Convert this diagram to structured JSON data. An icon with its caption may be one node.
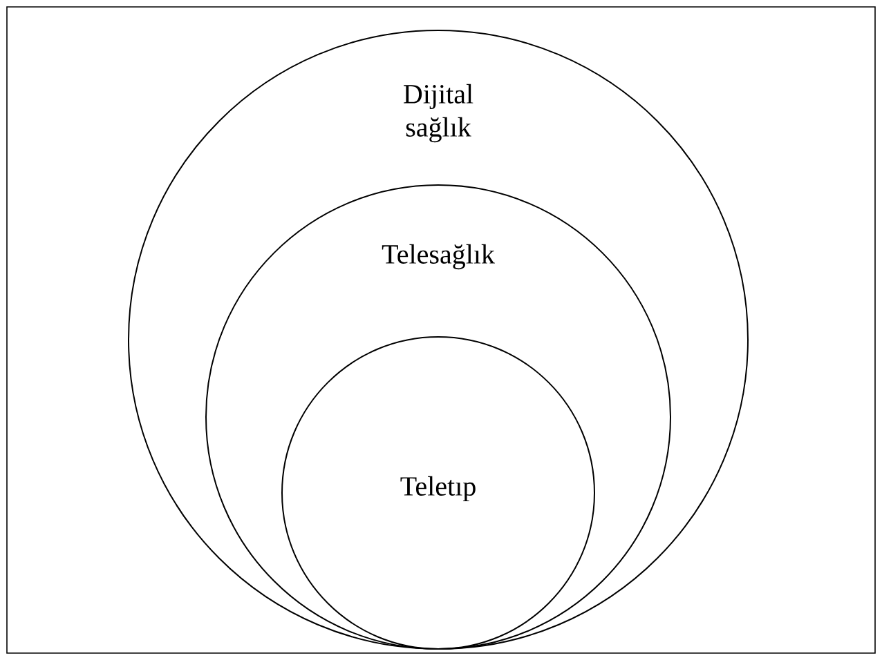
{
  "diagram": {
    "nodes": [
      {
        "text": [
          "Dijital sağlık"
        ]
      },
      {
        "text": [
          "Telesağlık"
        ],
        "in": 0
      },
      {
        "text": [
          "Teletıp"
        ],
        "in": 1
      }
    ]
  }
}
